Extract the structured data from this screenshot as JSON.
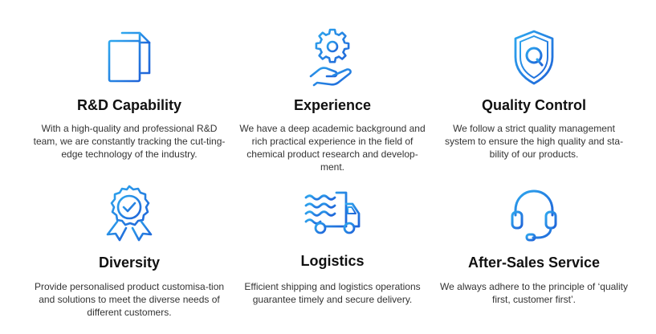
{
  "colors": {
    "gradient_start": "#2ea7ee",
    "gradient_end": "#1f63d8",
    "title": "#111111",
    "text": "#333333"
  },
  "features": [
    {
      "icon": "documents-icon",
      "title": "R&D Capability",
      "description": "With a high-quality and professional R&D team, we are constantly tracking the cut-ting-edge technology of the industry."
    },
    {
      "icon": "gear-hand-icon",
      "title": "Experience",
      "description": "We have a deep academic background and rich practical experience in the field of chemical product research and develop-ment."
    },
    {
      "icon": "shield-q-icon",
      "title": "Quality Control",
      "description": "We follow a strict quality management system to ensure the high quality and sta-bility of our products."
    },
    {
      "icon": "award-badge-icon",
      "title": "Diversity",
      "description": "Provide personalised product customisa-tion and solutions to meet the diverse needs of different customers."
    },
    {
      "icon": "delivery-truck-icon",
      "title": "Logistics",
      "description": "Efficient shipping and logistics operations guarantee timely and secure delivery."
    },
    {
      "icon": "headset-icon",
      "title": "After-Sales Service",
      "description": "We always adhere to the principle of ‘quality first, customer first’."
    }
  ]
}
